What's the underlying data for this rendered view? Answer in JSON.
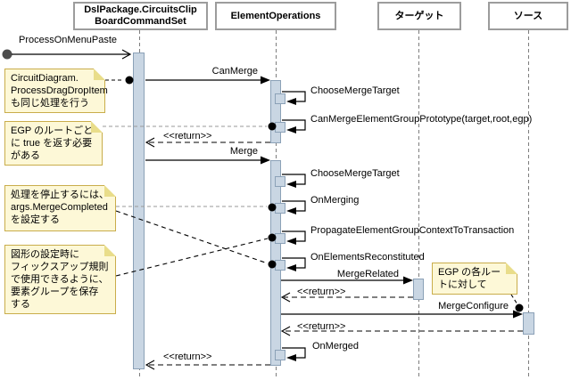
{
  "participants": [
    {
      "line1": "DslPackage.CircuitsClip",
      "line2": "BoardCommandSet"
    },
    {
      "line1": "ElementOperations"
    },
    {
      "line1": "ターゲット"
    },
    {
      "line1": "ソース"
    }
  ],
  "messages": {
    "process_on_menu_paste": "ProcessOnMenuPaste",
    "can_merge": "CanMerge",
    "choose_merge_target_1": "ChooseMergeTarget",
    "can_merge_egp": "CanMergeElementGroupPrototype(target,root,egp)",
    "return_1": "<<return>>",
    "merge": "Merge",
    "choose_merge_target_2": "ChooseMergeTarget",
    "on_merging": "OnMerging",
    "propagate": "PropagateElementGroupContextToTransaction",
    "on_elements_reconstituted": "OnElementsReconstituted",
    "merge_related": "MergeRelated",
    "return_2": "<<return>>",
    "merge_configure": "MergeConfigure",
    "return_3": "<<return>>",
    "on_merged": "OnMerged",
    "return_4": "<<return>>"
  },
  "notes": [
    {
      "lines": [
        "CircuitDiagram.",
        "ProcessDragDropItem",
        "も同じ処理を行う"
      ]
    },
    {
      "lines": [
        "EGP のルートごと",
        "に true を返す必要",
        "がある"
      ]
    },
    {
      "lines": [
        "処理を停止するには、",
        "args.MergeCompleted",
        "を設定する"
      ]
    },
    {
      "lines": [
        "図形の設定時に",
        "フィックスアップ規則",
        "で使用できるように、",
        "要素グループを保存",
        "する"
      ]
    },
    {
      "lines": [
        "EGP の各ルー",
        "トに対して"
      ]
    }
  ],
  "colors": {
    "activation_fill": "#c9d6e3",
    "activation_border": "#8ba1b7",
    "note_fill": "#fdf8d7",
    "note_border": "#c9ad4b",
    "note_fold": "#e9dd8a",
    "participant_border": "#9c9c9c",
    "lifeline": "#7d7d7d",
    "message_line": "#000000",
    "found_message_circle": "#4d4d4d",
    "note_connector_gray": "#9a9a9a"
  }
}
